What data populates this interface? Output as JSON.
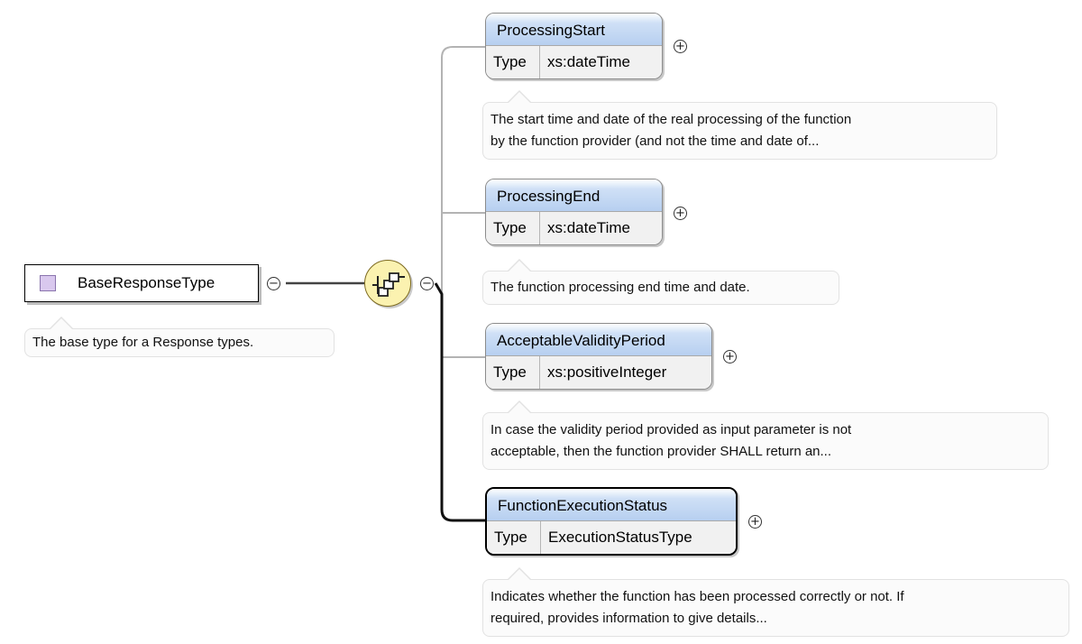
{
  "root": {
    "name": "BaseResponseType",
    "icon": "complex-type-icon",
    "annotation": "The base type for a Response types."
  },
  "compositor": {
    "icon": "sequence-icon"
  },
  "type_key_label": "Type",
  "elements": [
    {
      "name": "ProcessingStart",
      "type": "xs:dateTime",
      "annotation_lines": [
        "The start time and date of the real processing of the function",
        "by the function provider (and not the time and date of..."
      ]
    },
    {
      "name": "ProcessingEnd",
      "type": "xs:dateTime",
      "annotation_lines": [
        "The function processing end time and date."
      ]
    },
    {
      "name": "AcceptableValidityPeriod",
      "type": "xs:positiveInteger",
      "annotation_lines": [
        "In case the validity period provided as input parameter is not",
        "acceptable, then the function provider SHALL return an..."
      ]
    },
    {
      "name": "FunctionExecutionStatus",
      "type": "ExecutionStatusType",
      "annotation_lines": [
        "Indicates whether the function has been processed correctly or not. If",
        "required, provides information to give details..."
      ]
    }
  ],
  "toggles": {
    "collapse": "−",
    "expand": "+"
  },
  "colors": {
    "element_header": "#b7cff0",
    "type_row": "#f1f1f1",
    "sequence_fill": "#fbf2b0",
    "root_icon": "#d9c8ee",
    "connector": "#b0b0b0",
    "connector_active": "#000000"
  }
}
